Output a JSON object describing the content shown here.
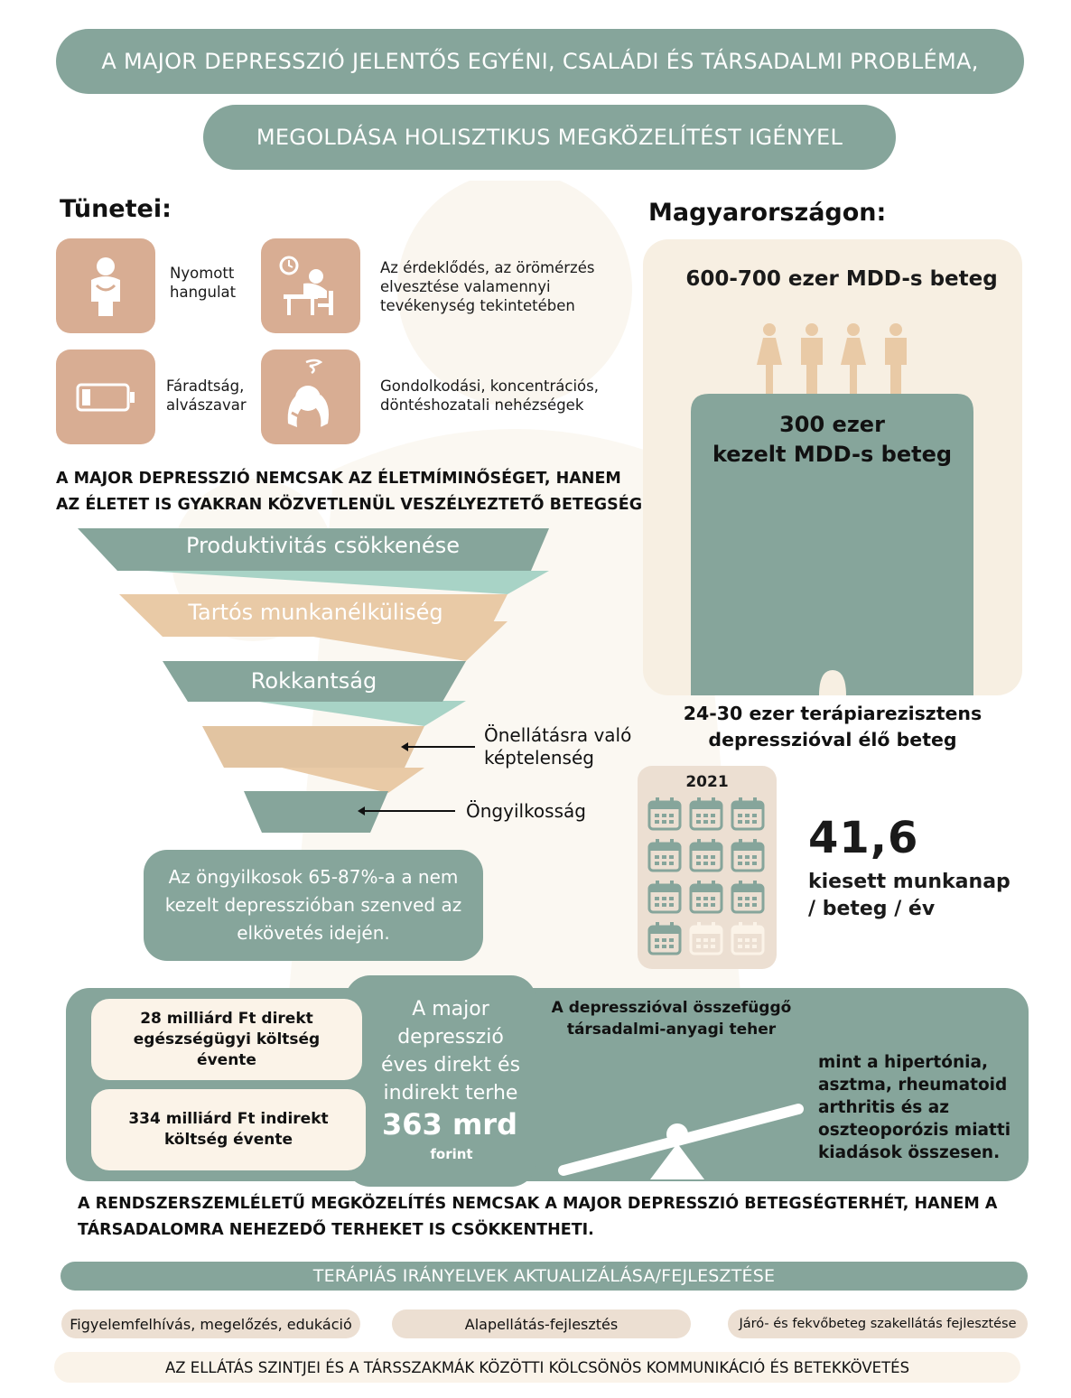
{
  "header": {
    "line1": "A MAJOR DEPRESSZIÓ JELENTŐS EGYÉNI, CSALÁDI ÉS TÁRSADALMI PROBLÉMA,",
    "line2": "MEGOLDÁSA HOLISZTIKUS MEGKÖZELÍTÉST IGÉNYEL"
  },
  "symptoms": {
    "title": "Tünetei:",
    "items": [
      {
        "icon": "sad-person-icon",
        "text": "Nyomott hangulat"
      },
      {
        "icon": "tired-desk-icon",
        "text": "Az érdeklődés, az örömérzés elvesztése valamennyi tevékenység tekintetében"
      },
      {
        "icon": "low-battery-icon",
        "text": "Fáradtság, alvászavar"
      },
      {
        "icon": "head-in-hands-icon",
        "text": "Gondolkodási, koncentrációs, döntéshozatali nehézségek"
      }
    ]
  },
  "danger_statement": {
    "line1": "A MAJOR DEPRESSZIÓ NEMCSAK AZ ÉLETMÍMINŐSÉGET, HANEM",
    "line2": "AZ ÉLETET IS GYAKRAN KÖZVETLENÜL VESZÉLYEZTETŐ BETEGSÉG."
  },
  "funnel": {
    "levels": [
      "Produktivitás csökkenése",
      "Tartós munkanélküliség",
      "Rokkantság"
    ],
    "side_labels": [
      "Önellátásra való képtelenség",
      "Öngyilkosság"
    ],
    "colors": {
      "teal": "#86a59b",
      "sand": "#e9caa6",
      "mint": "#a8d3c6"
    }
  },
  "suicide_note": "Az öngyilkosok 65-87%-a a nem kezelt depresszióban szenved az elkövetés idején.",
  "hungary": {
    "title": "Magyarországon:",
    "total_patients": "600-700 ezer MDD-s beteg",
    "treated_line1": "300 ezer",
    "treated_line2": "kezelt MDD-s beteg",
    "resistant_line1": "24-30 ezer terápiarezisztens",
    "resistant_line2": "depresszióval élő beteg"
  },
  "workdays": {
    "year": "2021",
    "value": "41,6",
    "label_line1": "kiesett munkanap",
    "label_line2": "/ beteg / év"
  },
  "costs": {
    "direct": "28 milliárd Ft direkt egészségügyi költség évente",
    "indirect": "334 milliárd Ft indirekt költség évente",
    "center_text": "A major depresszió éves direkt és indirekt terhe",
    "center_value": "363 mrd",
    "center_unit": "forint",
    "burden_title": "A depresszióval összefüggő társadalmi-anyagi teher",
    "comparison": "mint a hipertónia, asztma, rheumatoid arthritis és az oszteoporózis miatti kiadások összesen."
  },
  "system_statement": {
    "line1": "A RENDSZERSZEMLÉLETŰ MEGKÖZELÍTÉS NEMCSAK A MAJOR DEPRESSZIÓ BETEGSÉGTERHÉT, HANEM A",
    "line2": "TÁRSADALOMRA NEHEZEDŐ TERHEKET IS CSÖKKENTHETI."
  },
  "bottom": {
    "guidelines": "TERÁPIÁS IRÁNYELVEK AKTUALIZÁLÁSA/FEJLESZTÉSE",
    "pillars": [
      "Figyelemfelhívás, megelőzés, edukáció",
      "Alapellátás-fejlesztés",
      "Járó- és fekvőbeteg szakellátás fejlesztése"
    ],
    "communication": "AZ ELLÁTÁS SZINTJEI ÉS A TÁRSSZAKMÁK KÖZÖTTI KÖLCSÖNÖS KOMMUNIKÁCIÓ ÉS BETEKKÖVETÉS"
  },
  "palette": {
    "teal": "#86a59b",
    "peach": "#d8ad93",
    "cream": "#f7efe2",
    "sand": "#e9caa6"
  }
}
